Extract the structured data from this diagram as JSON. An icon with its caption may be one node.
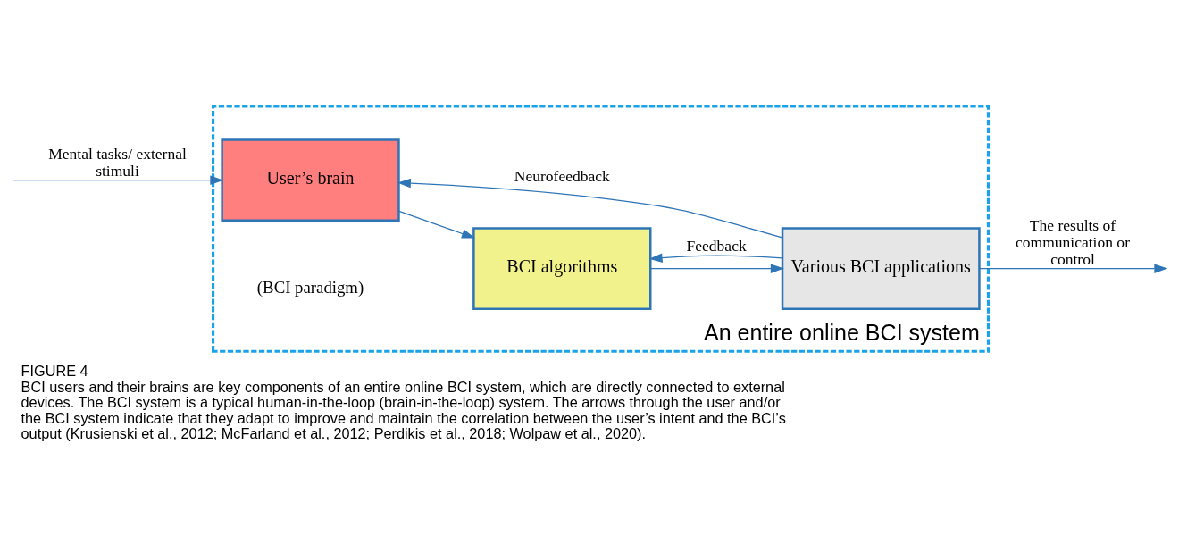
{
  "diagram": {
    "title": "FIGURE 4",
    "caption": "BCI users and their brains are key components of an entire online BCI system, which are directly connected to external devices. The BCI system is a typical human-in-the-loop (brain-in-the-loop) system. The arrows through the user and/or the BCI system indicate that they adapt to improve and maintain the correlation between the user’s intent and the BCI’s output (Krusienski et al., 2012; McFarland et al., 2012; Perdikis et al., 2018; Wolpaw et al., 2020).",
    "nodes": [
      {
        "text": [
          "An entire online BCI system"
        ]
      },
      {
        "text": [
          "User’s brain"
        ],
        "in": 0
      },
      {
        "text": [
          "BCI algorithms"
        ],
        "in": 0
      },
      {
        "text": [
          "Various BCI applications"
        ],
        "in": 0
      }
    ],
    "edges": [
      {
        "from": null,
        "to": 1,
        "arrow": "to",
        "label": "Mental tasks/ external stimuli"
      },
      {
        "from": 1,
        "to": 2,
        "arrow": "to"
      },
      {
        "from": 2,
        "to": 3,
        "arrow": "to"
      },
      {
        "from": 3,
        "to": null,
        "arrow": "to",
        "label": "The results of communication or control"
      },
      {
        "from": 3,
        "to": 1,
        "arrow": "to",
        "label": "Neurofeedback"
      },
      {
        "from": 3,
        "to": 2,
        "arrow": "to",
        "label": "Feedback"
      }
    ],
    "labels": [
      "(BCI paradigm)"
    ]
  }
}
